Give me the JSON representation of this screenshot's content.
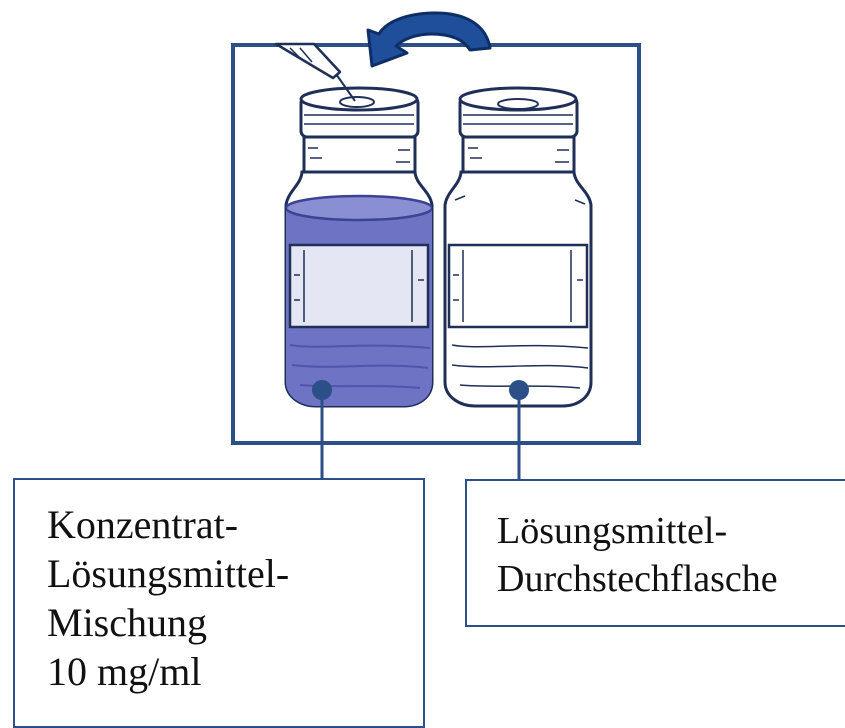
{
  "colors": {
    "frame": "#2b4f86",
    "liquid": "#6f73c4",
    "liquid_dark": "#4f55aa",
    "outline": "#1f2f57",
    "arrow": "#1f4f9a"
  },
  "icons": {
    "transfer": "curved-arrow-left-icon",
    "syringe": "syringe-icon"
  },
  "labels": {
    "mixture_vial": {
      "lines": [
        "Konzentrat-",
        "Lösungsmittel-",
        "Mischung",
        "10 mg/ml"
      ]
    },
    "solvent_vial": {
      "lines": [
        "Lösungsmittel-",
        "Durchstechflasche"
      ]
    }
  }
}
